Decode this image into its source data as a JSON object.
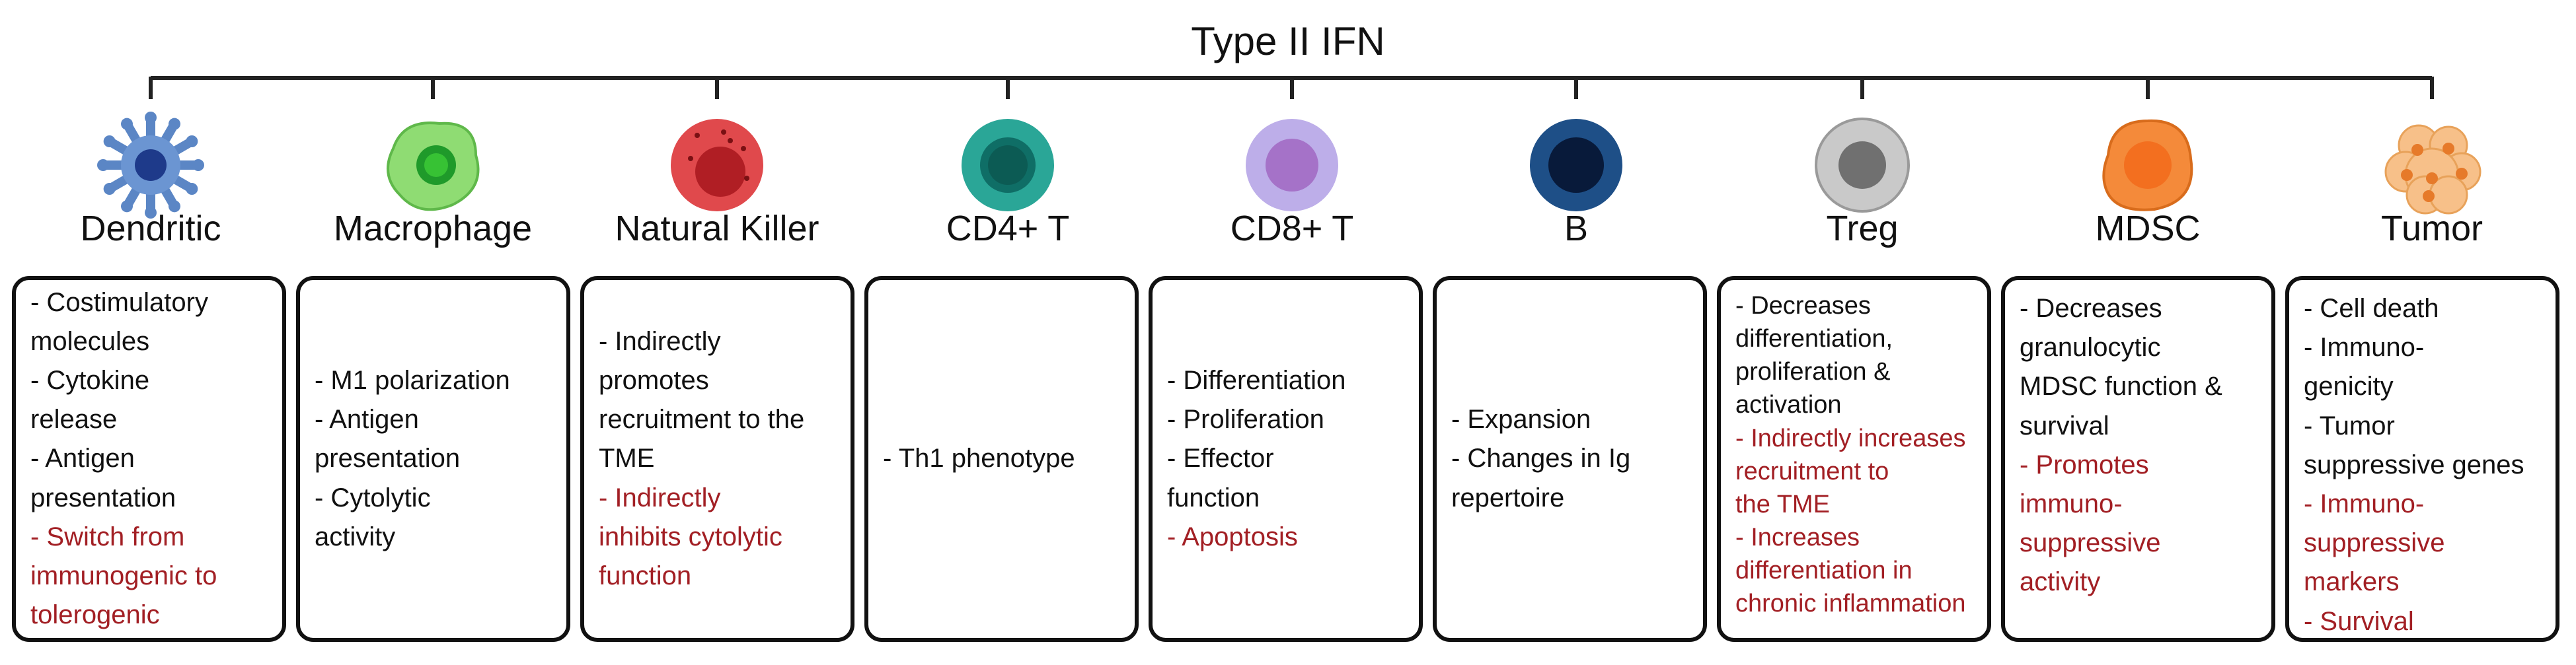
{
  "title": "Type II IFN",
  "colors": {
    "negative_effect": "#a21f24",
    "positive_effect": "#111111"
  },
  "cells": [
    {
      "name": "Dendritic",
      "icon": "dendritic-cell-icon",
      "lines": [
        {
          "t": "- Costimulatory",
          "neg": false
        },
        {
          "t": "molecules",
          "neg": false
        },
        {
          "t": "- Cytokine",
          "neg": false
        },
        {
          "t": "release",
          "neg": false
        },
        {
          "t": "- Antigen",
          "neg": false
        },
        {
          "t": "presentation",
          "neg": false
        },
        {
          "t": "- Switch from",
          "neg": true
        },
        {
          "t": "immunogenic to",
          "neg": true
        },
        {
          "t": "tolerogenic",
          "neg": true
        }
      ]
    },
    {
      "name": "Macrophage",
      "icon": "macrophage-cell-icon",
      "lines": [
        {
          "t": "- M1 polarization",
          "neg": false
        },
        {
          "t": "- Antigen",
          "neg": false
        },
        {
          "t": "presentation",
          "neg": false
        },
        {
          "t": "- Cytolytic",
          "neg": false
        },
        {
          "t": "activity",
          "neg": false
        }
      ]
    },
    {
      "name": "Natural Killer",
      "icon": "natural-killer-cell-icon",
      "lines": [
        {
          "t": "- Indirectly",
          "neg": false
        },
        {
          "t": "promotes",
          "neg": false
        },
        {
          "t": "recruitment to the",
          "neg": false
        },
        {
          "t": "TME",
          "neg": false
        },
        {
          "t": "- Indirectly",
          "neg": true
        },
        {
          "t": "inhibits cytolytic",
          "neg": true
        },
        {
          "t": "function",
          "neg": true
        }
      ]
    },
    {
      "name": "CD4+ T",
      "icon": "cd4-t-cell-icon",
      "lines": [
        {
          "t": "- Th1 phenotype",
          "neg": false
        }
      ]
    },
    {
      "name": "CD8+ T",
      "icon": "cd8-t-cell-icon",
      "lines": [
        {
          "t": "- Differentiation",
          "neg": false
        },
        {
          "t": "- Proliferation",
          "neg": false
        },
        {
          "t": "- Effector",
          "neg": false
        },
        {
          "t": "function",
          "neg": false
        },
        {
          "t": "- Apoptosis",
          "neg": true
        }
      ]
    },
    {
      "name": "B",
      "icon": "b-cell-icon",
      "lines": [
        {
          "t": "- Expansion",
          "neg": false
        },
        {
          "t": "- Changes in Ig",
          "neg": false
        },
        {
          "t": "repertoire",
          "neg": false
        }
      ]
    },
    {
      "name": "Treg",
      "icon": "treg-cell-icon",
      "lines": [
        {
          "t": "- Decreases",
          "neg": false
        },
        {
          "t": "differentiation,",
          "neg": false
        },
        {
          "t": "proliferation &",
          "neg": false
        },
        {
          "t": "activation",
          "neg": false
        },
        {
          "t": "- Indirectly increases",
          "neg": true
        },
        {
          "t": "recruitment to",
          "neg": true
        },
        {
          "t": "the TME",
          "neg": true
        },
        {
          "t": "- Increases",
          "neg": true
        },
        {
          "t": "differentiation in",
          "neg": true
        },
        {
          "t": "chronic inflammation",
          "neg": true
        }
      ]
    },
    {
      "name": "MDSC",
      "icon": "mdsc-cell-icon",
      "lines": [
        {
          "t": "- Decreases",
          "neg": false
        },
        {
          "t": "granulocytic",
          "neg": false
        },
        {
          "t": "MDSC function &",
          "neg": false
        },
        {
          "t": "survival",
          "neg": false
        },
        {
          "t": "- Promotes",
          "neg": true
        },
        {
          "t": "immuno-",
          "neg": true
        },
        {
          "t": "suppressive",
          "neg": true
        },
        {
          "t": "activity",
          "neg": true
        }
      ]
    },
    {
      "name": "Tumor",
      "icon": "tumor-cell-icon",
      "lines": [
        {
          "t": "- Cell death",
          "neg": false
        },
        {
          "t": "- Immuno-",
          "neg": false
        },
        {
          "t": "genicity",
          "neg": false
        },
        {
          "t": "- Tumor",
          "neg": false
        },
        {
          "t": "suppressive genes",
          "neg": false
        },
        {
          "t": "- Immuno-",
          "neg": true
        },
        {
          "t": "suppressive",
          "neg": true
        },
        {
          "t": "markers",
          "neg": true
        },
        {
          "t": "- Survival",
          "neg": true
        }
      ]
    }
  ]
}
